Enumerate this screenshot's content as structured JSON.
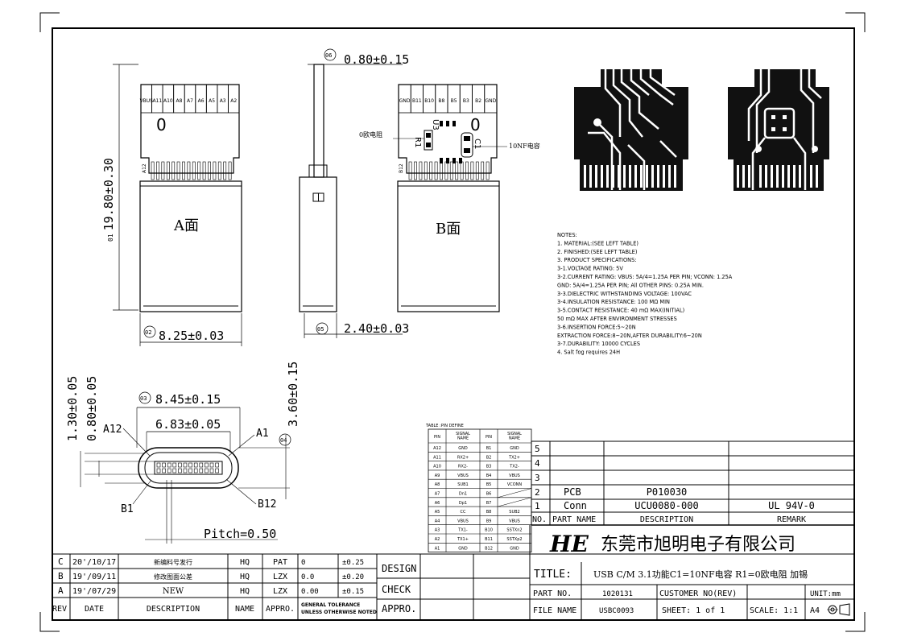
{
  "drawing": {
    "views": {
      "a_side_label": "A面",
      "b_side_label": "B面",
      "pad_a_top": [
        "VBUS",
        "A11",
        "A10",
        "A8",
        "A7",
        "A6",
        "A5",
        "A3",
        "A2"
      ],
      "pad_b_top": [
        "GND",
        "B11",
        "B10",
        "B8",
        "B5",
        "B3",
        "B2",
        "GND"
      ],
      "pin_zero": "0",
      "a12_small": "A12",
      "b12_small": "B12",
      "u3_label": "U3",
      "r1_label": "R1",
      "c1_label": "C1",
      "zero_ohm_note": "0欧电阻",
      "cap_note": "10NF电容"
    },
    "dimensions": {
      "d6_balloon": "06",
      "d6_value": "0.80±0.15",
      "d1_balloon": "01",
      "d1_value": "19.80±0.30",
      "d2_balloon": "02",
      "d2_value": "8.25±0.03",
      "d5_balloon": "05",
      "d5_value": "2.40±0.03",
      "d3_balloon": "03",
      "d3_value": "8.45±0.15",
      "inner_width": "6.83±0.05",
      "d4_balloon": "04",
      "h_1": "1.30±0.05",
      "h_2": "0.80±0.05",
      "h_3": "3.60±0.15",
      "pitch": "Pitch=0.50",
      "a1": "A1",
      "a12": "A12",
      "b1": "B1",
      "b12": "B12"
    },
    "notes": [
      "NOTES:",
      "1. MATERIAL:(SEE LEFT TABLE)",
      "2. FINISHED:(SEE LEFT TABLE)",
      "3. PRODUCT SPECIFICATIONS:",
      "  3-1.VOLTAGE RATING: 5V",
      "  3-2.CURRENT RATING: VBUS: 5A/4=1.25A PER PIN; VCONN: 1.25A",
      "      GND: 5A/4=1.25A PER PIN; All OTHER PINS: 0.25A MIN.",
      "  3-3.DIELECTRIC WITHSTANDING VOLTAGE: 100VAC",
      "  3-4.INSULATION RESISTANCE: 100 MΩ MIN",
      "  3-5.CONTACT RESISTANCE: 40 mΩ MAX(INITIAL)",
      "      50 mΩ MAX AFTER ENVIRONMENT STRESSES",
      "  3-6.INSERTION FORCE:5~20N",
      "      EXTRACTION FORCE:8~20N,AFTER DURABILITY:6~20N",
      "  3-7.DURABILITY: 10000 CYCLES",
      "  4. Salt fog requires 24H"
    ]
  },
  "pin_table": {
    "title": "TABLE :PIN DEFINE",
    "headers": [
      "PIN",
      "SIGNAL NAME",
      "PIN",
      "SIGNAL NAME"
    ],
    "rows": [
      [
        "A12",
        "GND",
        "B1",
        "GND"
      ],
      [
        "A11",
        "RX2+",
        "B2",
        "TX2+"
      ],
      [
        "A10",
        "RX2-",
        "B3",
        "TX2-"
      ],
      [
        "A9",
        "VBUS",
        "B4",
        "VBUS"
      ],
      [
        "A8",
        "SUB1",
        "B5",
        "VCONN"
      ],
      [
        "A7",
        "Dn1",
        "B6",
        ""
      ],
      [
        "A6",
        "Dp1",
        "B7",
        ""
      ],
      [
        "A5",
        "CC",
        "B8",
        "SUB2"
      ],
      [
        "A4",
        "VBUS",
        "B9",
        "VBUS"
      ],
      [
        "A3",
        "TX1-",
        "B10",
        "SSTXn2"
      ],
      [
        "A2",
        "TX1+",
        "B11",
        "SSTXp2"
      ],
      [
        "A1",
        "GND",
        "B12",
        "GND"
      ]
    ]
  },
  "bom": {
    "rows": [
      {
        "no": "5",
        "part": "",
        "desc": "",
        "remark": ""
      },
      {
        "no": "4",
        "part": "",
        "desc": "",
        "remark": ""
      },
      {
        "no": "3",
        "part": "",
        "desc": "",
        "remark": ""
      },
      {
        "no": "2",
        "part": "PCB",
        "desc": "P010030",
        "remark": ""
      },
      {
        "no": "1",
        "part": "Conn",
        "desc": "UCU0080-000",
        "remark": "UL 94V-0"
      }
    ],
    "header": {
      "no": "NO.",
      "part": "PART NAME",
      "desc": "DESCRIPTION",
      "remark": "REMARK"
    }
  },
  "title_block": {
    "logo": "HE",
    "company": "东莞市旭明电子有限公司",
    "title_label": "TITLE:",
    "title": "USB C/M 3.1功能C1=10NF电容 R1=0欧电阻 加锡",
    "part_no_label": "PART NO.",
    "part_no": "1020131",
    "customer_label": "CUSTOMER NO(REV)",
    "unit_label": "UNIT:mm",
    "file_name_label": "FILE NAME",
    "file_name": "USBC0093",
    "sheet": "SHEET: 1  of  1",
    "scale": "SCALE: 1:1",
    "size": "A4",
    "design": "DESIGN",
    "check": "CHECK",
    "appro": "APPRO."
  },
  "revisions": {
    "header": {
      "rev": "REV",
      "date": "DATE",
      "desc": "DESCRIPTION",
      "name": "NAME",
      "appro": "APPRO."
    },
    "rows": [
      {
        "rev": "C",
        "date": "20'/10/17",
        "desc": "新编料号发行",
        "name": "HQ",
        "appro": "PAT"
      },
      {
        "rev": "B",
        "date": "19'/09/11",
        "desc": "修改图面公差",
        "name": "HQ",
        "appro": "LZX"
      },
      {
        "rev": "A",
        "date": "19'/07/29",
        "desc": "NEW",
        "name": "HQ",
        "appro": "LZX"
      }
    ],
    "tolerance_header": "GENERAL TOLERANCE UNLESS OTHERWISE NOTED",
    "tolerances": [
      {
        "range": "0",
        "tol": "±0.25"
      },
      {
        "range": "0.0",
        "tol": "±0.20"
      },
      {
        "range": "0.00",
        "tol": "±0.15"
      }
    ]
  }
}
